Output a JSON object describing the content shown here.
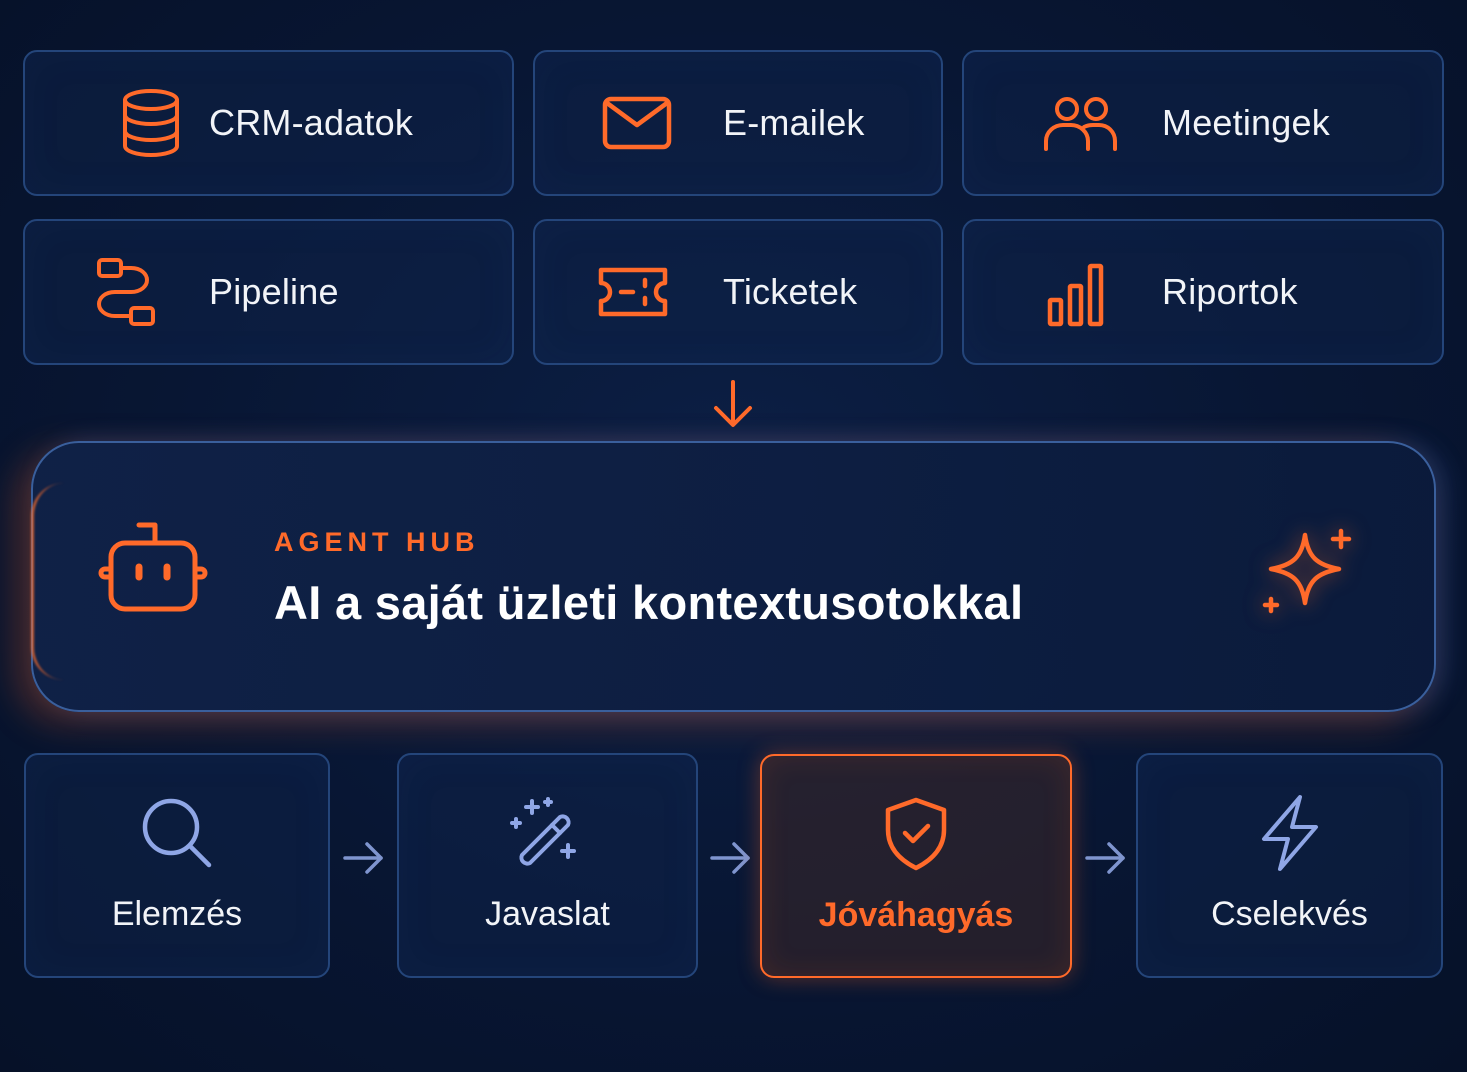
{
  "sources": [
    {
      "label": "CRM-adatok",
      "icon": "database-icon"
    },
    {
      "label": "E-mailek",
      "icon": "mail-icon"
    },
    {
      "label": "Meetingek",
      "icon": "users-icon"
    },
    {
      "label": "Pipeline",
      "icon": "workflow-icon"
    },
    {
      "label": "Ticketek",
      "icon": "ticket-icon"
    },
    {
      "label": "Riportok",
      "icon": "bar-chart-icon"
    }
  ],
  "hub": {
    "eyebrow": "AGENT HUB",
    "title": "AI a saját üzleti kontextusotokkal",
    "icon": "robot-icon",
    "accent_icon": "sparkle-icon"
  },
  "steps": [
    {
      "label": "Elemzés",
      "icon": "search-icon",
      "active": false
    },
    {
      "label": "Javaslat",
      "icon": "magic-wand-icon",
      "active": false
    },
    {
      "label": "Jóváhagyás",
      "icon": "shield-check-icon",
      "active": true
    },
    {
      "label": "Cselekvés",
      "icon": "lightning-icon",
      "active": false
    }
  ],
  "colors": {
    "accent": "#ff6a2a",
    "step_icon": "#8fa6e6",
    "background": "#081633",
    "card_border": "#24457a"
  }
}
